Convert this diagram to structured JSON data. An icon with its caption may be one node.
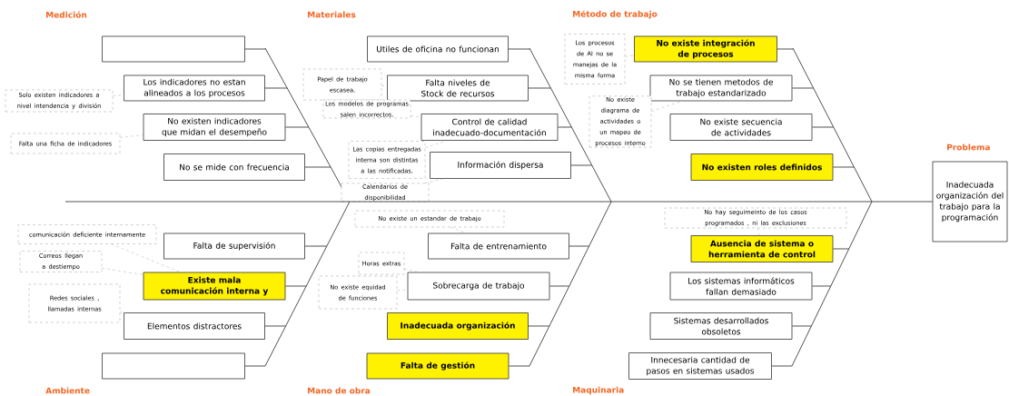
{
  "diagram": {
    "nodes": [
      {
        "text": [],
        "shape": "box"
      },
      {
        "text": [
          "Los indicadores no estan alineados a los procesos"
        ]
      },
      {
        "text": [
          "No existen indicadores que midan el desempeño"
        ]
      },
      {
        "text": [
          "No se mide con frecuencia"
        ]
      },
      {
        "text": [
          "Utiles de oficina no funcionan"
        ]
      },
      {
        "text": [
          "Falta niveles de Stock de recursos"
        ]
      },
      {
        "text": [
          "Control de calidad inadecuado-documentación"
        ]
      },
      {
        "text": [
          "Información dispersa"
        ]
      },
      {
        "text": [
          "No existe integración de procesos"
        ]
      },
      {
        "text": [
          "No se tienen metodos de trabajo estandarizado"
        ]
      },
      {
        "text": [
          "No existe secuencia de actividades"
        ]
      },
      {
        "text": [
          "No existen roles definidos"
        ]
      },
      {
        "text": [
          "Inadecuada organización del trabajo para la programación"
        ]
      },
      {
        "text": [
          "Falta de supervisión"
        ]
      },
      {
        "text": [
          "Existe mala comunicación interna y"
        ]
      },
      {
        "text": [
          "Elementos distractores"
        ]
      },
      {
        "text": [],
        "shape": "box"
      },
      {
        "text": [
          "Falta de entrenamiento"
        ]
      },
      {
        "text": [
          "Sobrecarga de trabajo"
        ]
      },
      {
        "text": [
          "Inadecuada organización"
        ]
      },
      {
        "text": [
          "Falta de gestión"
        ]
      },
      {
        "text": [
          "Ausencia de sistema o herramienta de control"
        ]
      },
      {
        "text": [
          "Los sistemas informáticos fallan demasiado"
        ]
      },
      {
        "text": [
          "Sistemas desarrollados obsoletos"
        ]
      },
      {
        "text": [
          "Innecesaria cantidad de pasos en sistemas usados"
        ]
      },
      {
        "text": [
          "Solo existen indicadores a nivel intendencia y división"
        ]
      },
      {
        "text": [
          "Falta una ficha de indicadores"
        ]
      },
      {
        "text": [
          "Papel de trabajo escasea."
        ]
      },
      {
        "text": [
          "Los modelos de programas salen incorrectos."
        ]
      },
      {
        "text": [
          "Las copias entregadas interna son distintas a las notificadas."
        ]
      },
      {
        "text": [
          "Calendarios de disponibilidad"
        ]
      },
      {
        "text": [
          "Los procesos de AI no se manejas de la misma forma"
        ]
      },
      {
        "text": [
          "No existe diagrama de actividades o un mapeo de procesos interno"
        ]
      },
      {
        "text": [
          "No existe un estandar de trabajo"
        ]
      },
      {
        "text": [
          "No hay seguimeinto de los casos programados , ni las exclusiones"
        ]
      },
      {
        "text": [
          "comunicación deficiente internamente"
        ]
      },
      {
        "text": [
          "Correos llegan a destiempo"
        ]
      },
      {
        "text": [
          "Redes sociales , llamadas internas"
        ]
      },
      {
        "text": [
          "Horas extras"
        ]
      },
      {
        "text": [
          "No existe equidad de funciones"
        ]
      }
    ],
    "edges": [
      {
        "from": 0,
        "to": null,
        "arrow": "none"
      },
      {
        "from": 1,
        "to": null,
        "arrow": "none"
      },
      {
        "from": 2,
        "to": null,
        "arrow": "none"
      },
      {
        "from": 3,
        "to": null,
        "arrow": "none"
      },
      {
        "from": 4,
        "to": null,
        "arrow": "none"
      },
      {
        "from": 5,
        "to": null,
        "arrow": "none"
      },
      {
        "from": 6,
        "to": null,
        "arrow": "none"
      },
      {
        "from": 7,
        "to": null,
        "arrow": "none"
      },
      {
        "from": 8,
        "to": null,
        "arrow": "none"
      },
      {
        "from": 9,
        "to": null,
        "arrow": "none"
      },
      {
        "from": 10,
        "to": null,
        "arrow": "none"
      },
      {
        "from": 11,
        "to": null,
        "arrow": "none"
      },
      {
        "from": 13,
        "to": null,
        "arrow": "none"
      },
      {
        "from": 14,
        "to": null,
        "arrow": "none"
      },
      {
        "from": 15,
        "to": null,
        "arrow": "none"
      },
      {
        "from": 16,
        "to": null,
        "arrow": "none"
      },
      {
        "from": 17,
        "to": null,
        "arrow": "none"
      },
      {
        "from": 18,
        "to": null,
        "arrow": "none"
      },
      {
        "from": 19,
        "to": null,
        "arrow": "none"
      },
      {
        "from": 20,
        "to": null,
        "arrow": "none"
      },
      {
        "from": 21,
        "to": null,
        "arrow": "none"
      },
      {
        "from": 22,
        "to": null,
        "arrow": "none"
      },
      {
        "from": 23,
        "to": null,
        "arrow": "none"
      },
      {
        "from": 24,
        "to": null,
        "arrow": "none"
      },
      {
        "from": null,
        "to": 12,
        "arrow": "none"
      },
      {
        "from": 25,
        "to": 1,
        "arrow": "none",
        "style": "dashed",
        "color": "#999999"
      },
      {
        "from": 26,
        "to": 2,
        "arrow": "none",
        "style": "dashed",
        "color": "#999999"
      },
      {
        "from": 27,
        "to": 5,
        "arrow": "none",
        "style": "dashed",
        "color": "#999999"
      },
      {
        "from": 28,
        "to": 6,
        "arrow": "none",
        "style": "dashed",
        "color": "#999999"
      },
      {
        "from": 29,
        "to": 6,
        "arrow": "none",
        "style": "dashed",
        "color": "#999999"
      },
      {
        "from": 30,
        "to": 7,
        "arrow": "none",
        "style": "dashed",
        "color": "#999999"
      },
      {
        "from": 31,
        "to": 8,
        "arrow": "none",
        "style": "dashed",
        "color": "#999999"
      },
      {
        "from": 32,
        "to": 9,
        "arrow": "none",
        "style": "dashed",
        "color": "#999999"
      },
      {
        "from": 33,
        "to": 17,
        "arrow": "none",
        "style": "dashed",
        "color": "#999999"
      },
      {
        "from": 34,
        "to": 21,
        "arrow": "none",
        "style": "dashed",
        "color": "#999999"
      },
      {
        "from": 35,
        "to": 14,
        "arrow": "none",
        "style": "dashed",
        "color": "#999999"
      },
      {
        "from": 36,
        "to": 14,
        "arrow": "none",
        "style": "dashed",
        "color": "#999999"
      },
      {
        "from": 37,
        "to": 15,
        "arrow": "none",
        "style": "dashed",
        "color": "#999999"
      },
      {
        "from": 38,
        "to": 18,
        "arrow": "none",
        "style": "dashed",
        "color": "#999999"
      },
      {
        "from": 39,
        "to": 18,
        "arrow": "none",
        "style": "dashed",
        "color": "#999999"
      }
    ],
    "labels": [
      "Medición",
      "Materiales",
      "Método de trabajo",
      "Problema",
      "Ambiente",
      "Mano de obra",
      "Maquinaria"
    ]
  }
}
